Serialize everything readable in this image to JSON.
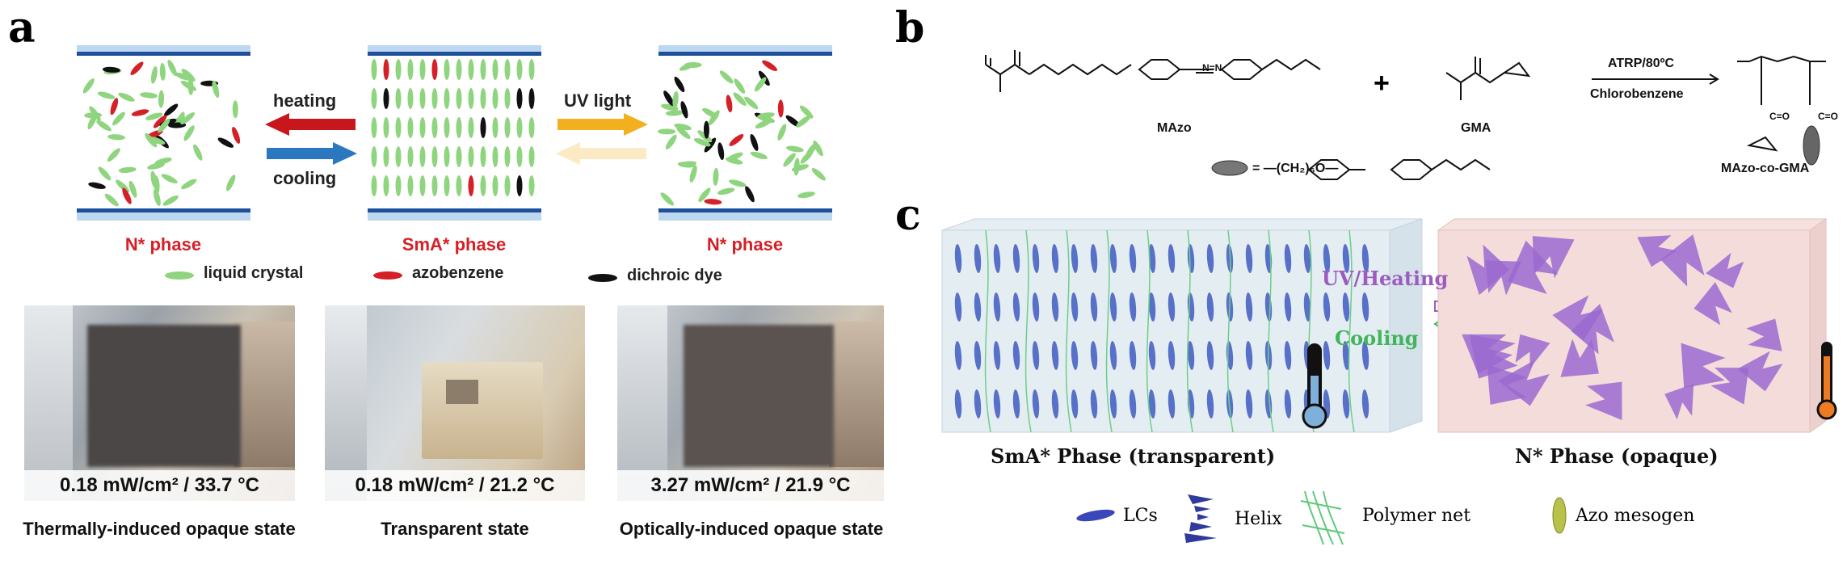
{
  "panels": {
    "a": "a",
    "b": "b",
    "c": "c"
  },
  "panel_a": {
    "cells": [
      "N* phase",
      "SmA* phase",
      "N* phase"
    ],
    "arrow_left": {
      "top": "heating",
      "bottom": "cooling"
    },
    "arrow_right": {
      "top": "UV light"
    },
    "legend": [
      "liquid crystal",
      "azobenzene",
      "dichroic dye"
    ],
    "photos": [
      {
        "value": "0.18 mW/cm² / 33.7 °C",
        "caption": "Thermally-induced opaque state"
      },
      {
        "value": "0.18 mW/cm² / 21.2 °C",
        "caption": "Transparent state"
      },
      {
        "value": "3.27 mW/cm² / 21.9 °C",
        "caption": "Optically-induced opaque state"
      }
    ],
    "colors": {
      "lc": "#8fd47e",
      "azo": "#d42026",
      "dye": "#111111",
      "heat": "#c8161d",
      "cool": "#2c78c0",
      "uv": "#f2b01e"
    }
  },
  "panel_b": {
    "monomer1": "MAzo",
    "monomer2": "GMA",
    "plus": "+",
    "reaction_top": "ATRP/80ºC",
    "reaction_bottom": "Chlorobenzene",
    "product": "MAzo-co-GMA",
    "mesogen_def": "= —(CH₂)₆O—",
    "n_eq_n": "N=N"
  },
  "panel_c": {
    "left_caption": "SmA* Phase (transparent)",
    "right_caption": "N* Phase (opaque)",
    "arrow_top": "UV/Heating",
    "arrow_bottom": "Cooling",
    "legend": [
      "LCs",
      "Helix",
      "Polymer net",
      "Azo mesogen"
    ]
  }
}
